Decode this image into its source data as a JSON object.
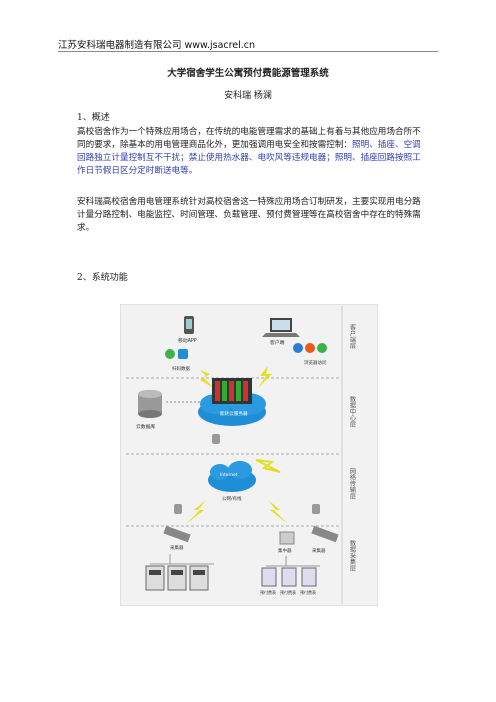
{
  "header": {
    "company": "江苏安科瑞电器制造有限公司 www.jsacrel.cn"
  },
  "doc": {
    "title": "大学宿舍学生公寓预付费能源管理系统",
    "author": "安科瑞  杨澜",
    "section1": "1、概述",
    "para1_black": "高校宿舍作为一个特殊应用场合，在传统的电能管理需求的基础上有着与其他应用场合所不同的要求，除基本的用电管理商品化外，更加强调用电安全和按需控制：",
    "para1_blue": "照明、插座、空调回路独立计量控制互不干扰；禁止使用热水器、电吹风等违规电器；照明、插座回路按照工作日节假日区分定时断送电等。",
    "para2": "安科瑞高校宿舍用电管理系统针对高校宿舍这一特殊应用场合订制研发，主要实现用电分路计量分路控制、电能监控、时间管理、负载管理、预付费管理等在高校宿舍中存在的特殊需求。",
    "section2": "2、系统功能"
  },
  "diagram": {
    "layers": [
      "客户端层",
      "数据中心层",
      "网络传输层",
      "数据采集层"
    ],
    "mobile_label": "移动APP",
    "apps_label": "扫码数据",
    "client_label": "客户端",
    "browser_label": "浏览器访问",
    "db_label": "云数据库",
    "cloud_top": "能耗云服务器",
    "cloud_mid": "Internet",
    "net_label": "公网/有线",
    "collector_left": "采集器",
    "terminal_label": "集中器",
    "collector_right": "采集器",
    "meters_right": [
      "预付费表",
      "预付费表",
      "预付费表"
    ],
    "colors": {
      "cloud": "#1e8fd6",
      "lightning": "#e3df23",
      "bg": "#f2f2f2"
    }
  }
}
